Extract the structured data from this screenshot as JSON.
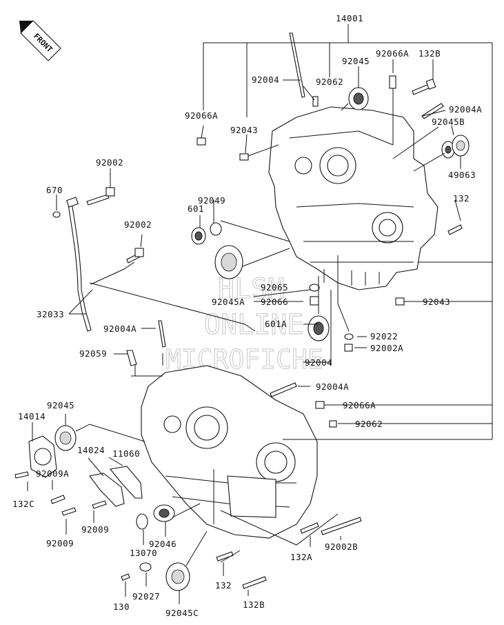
{
  "front_label": "FRONT",
  "watermark": [
    "HLSM",
    "ONLINE",
    "MICROFICHE"
  ],
  "labels": {
    "l14001": "14001",
    "l92066A_top": "92066A",
    "l132B_top": "132B",
    "l92004_top": "92004",
    "l92045_top": "92045",
    "l92062_top": "92062",
    "l92004A_right": "92004A",
    "l92045B": "92045B",
    "l49063": "49063",
    "l92066A_left": "92066A",
    "l92043_top": "92043",
    "l92002_a": "92002",
    "l670": "670",
    "l92049": "92049",
    "l601": "601",
    "l132_right": "132",
    "l92002_b": "92002",
    "l92065": "92065",
    "l92045A": "92045A",
    "l92066": "92066",
    "l92043_right": "92043",
    "l32033": "32033",
    "l601A": "601A",
    "l92022": "92022",
    "l92004A_mid": "92004A",
    "l92002A": "92002A",
    "l92059": "92059",
    "l92004_mid": "92004",
    "l92004A_low": "92004A",
    "l92045_left": "92045",
    "l92066A_low": "92066A",
    "l14014": "14014",
    "l92062_low": "92062",
    "l14024": "14024",
    "l11060": "11060",
    "l92009A": "92009A",
    "l132C": "132C",
    "l92009_a": "92009",
    "l92009_b": "92009",
    "l13070": "13070",
    "l92046": "92046",
    "l132A": "132A",
    "l92002B": "92002B",
    "l132_bottom": "132",
    "l92027": "92027",
    "l132B_bottom": "132B",
    "l130": "130",
    "l92045C": "92045C"
  }
}
